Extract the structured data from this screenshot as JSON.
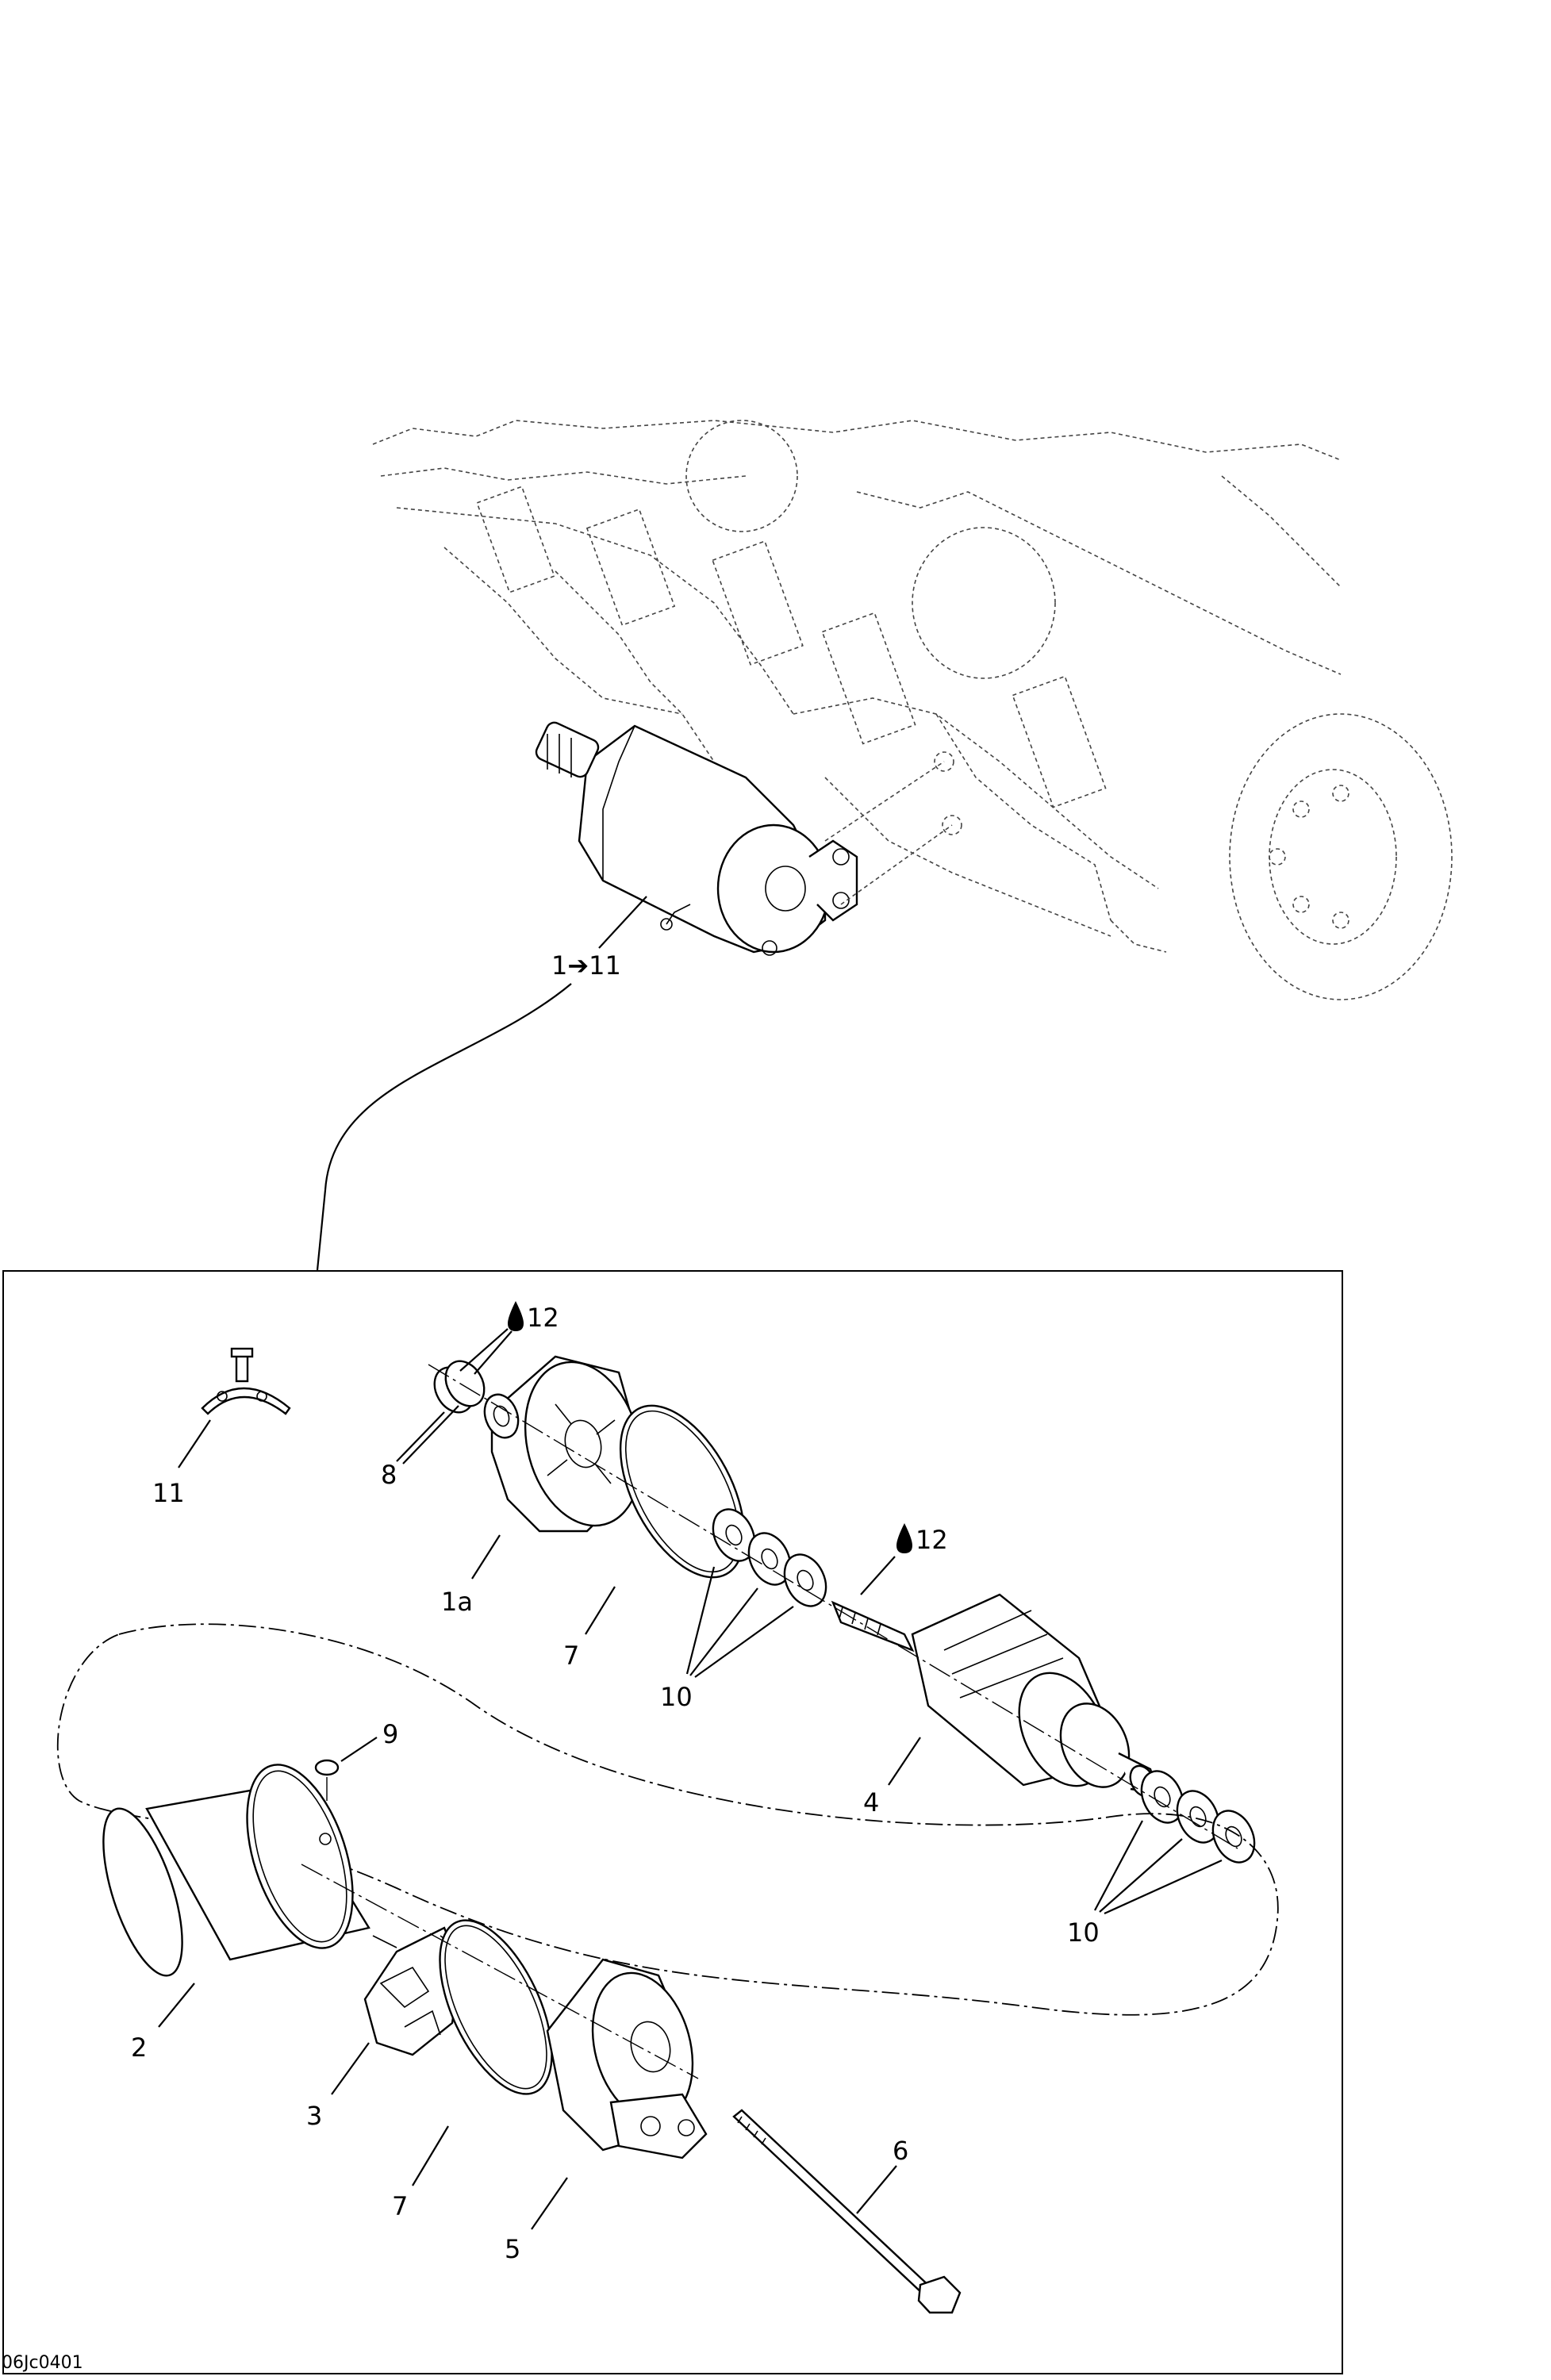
{
  "figure": {
    "ref_code": "06Jc0401",
    "overview_callout": "1➔11",
    "grease_symbol": "grease-drop-icon",
    "callouts": {
      "c11": "11",
      "c8": "8",
      "c12a": "12",
      "c1a": "1a",
      "c7a": "7",
      "c10a": "10",
      "c12b": "12",
      "c4": "4",
      "c9": "9",
      "c10b": "10",
      "c2": "2",
      "c3": "3",
      "c7b": "7",
      "c5": "5",
      "c6": "6"
    }
  }
}
